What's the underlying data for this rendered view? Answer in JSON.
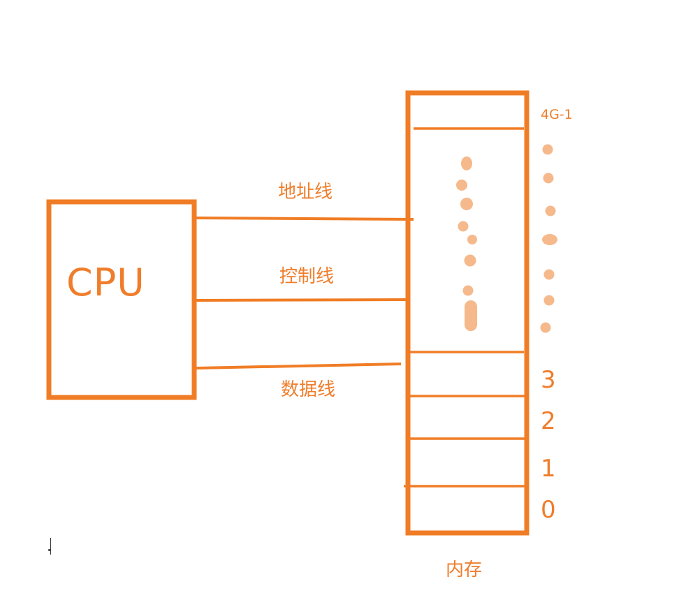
{
  "cpu": {
    "label": "CPU"
  },
  "buses": {
    "address": "地址线",
    "control": "控制线",
    "data": "数据线"
  },
  "memory": {
    "label": "内存",
    "top_address": "4G-1",
    "addresses": [
      "3",
      "2",
      "1",
      "0"
    ]
  },
  "colors": {
    "stroke": "#f07d26",
    "dots": "#f5b98c",
    "text": "#ef7d2b"
  }
}
